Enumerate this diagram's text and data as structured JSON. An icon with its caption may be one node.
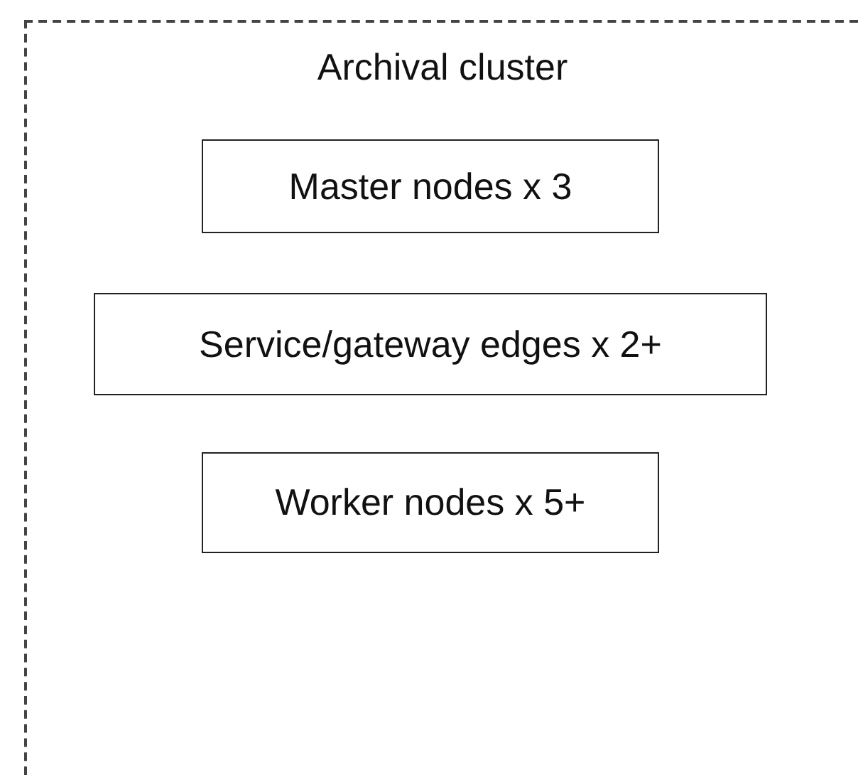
{
  "diagram": {
    "nodes": [
      {
        "text": [
          "Archival cluster"
        ]
      },
      {
        "text": [
          "Master nodes x 3"
        ],
        "in": 0
      },
      {
        "text": [
          "Service/gateway edges x 2+"
        ],
        "in": 0
      },
      {
        "text": [
          "Worker nodes x 5+"
        ],
        "in": 0
      }
    ]
  }
}
